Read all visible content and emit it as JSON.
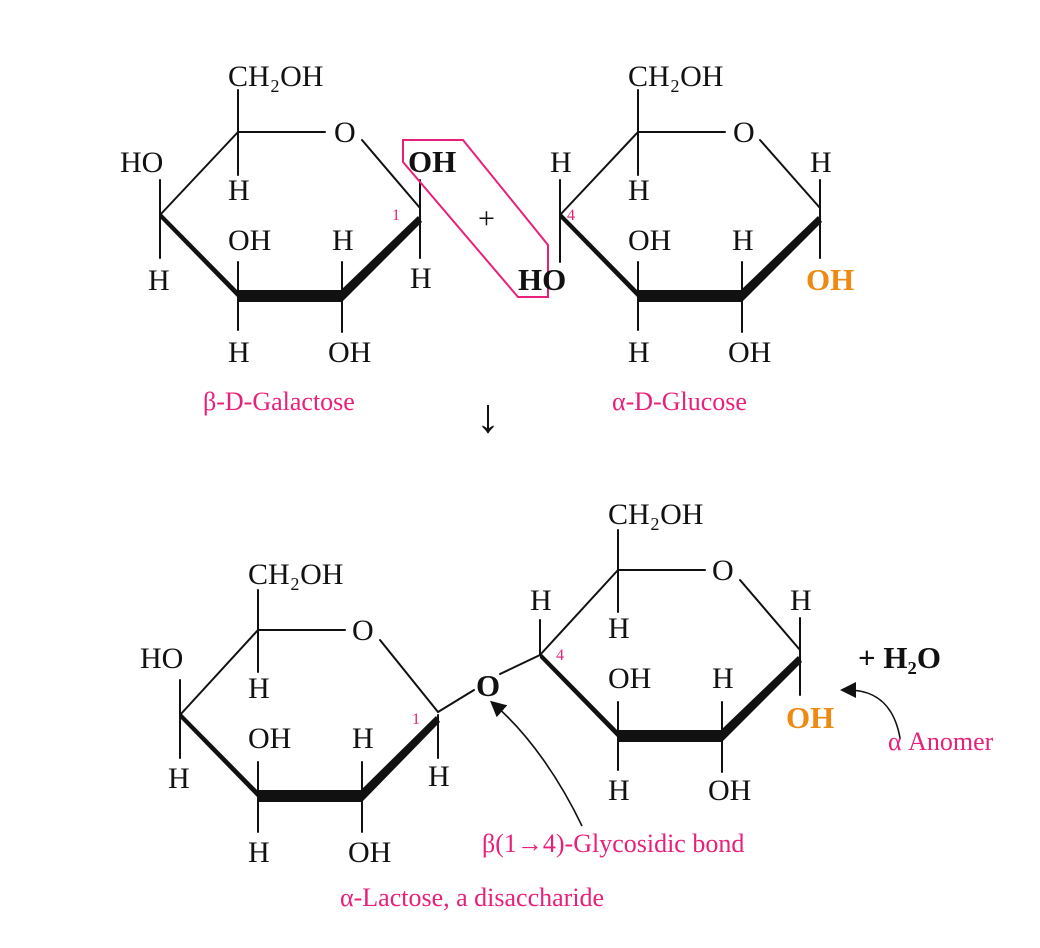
{
  "colors": {
    "caption": "#e8207a",
    "anomeric_oh": "#ec8a12",
    "ink": "#111111"
  },
  "galactose": {
    "ch2oh": "CH₂OH",
    "ring_o": "O",
    "ho": "HO",
    "h_c4": "H",
    "h_c5": "H",
    "oh_c3": "OH",
    "h_c2": "H",
    "oh_c1": "OH",
    "h_c1": "H",
    "h_c3": "H",
    "oh_c2": "OH",
    "carbon_number": "1",
    "caption": "β-D-Galactose"
  },
  "plus": "+",
  "glucose": {
    "ch2oh": "CH₂OH",
    "ring_o": "O",
    "h_c4": "H",
    "h_c5": "H",
    "h_c1": "H",
    "oh_c3": "OH",
    "h_c2": "H",
    "ho_c4": "HO",
    "oh_c1": "OH",
    "h_c3": "H",
    "oh_c2": "OH",
    "carbon_number": "4",
    "caption": "α-D-Glucose"
  },
  "arrow": "↓",
  "lactose": {
    "gal": {
      "ch2oh": "CH₂OH",
      "ring_o": "O",
      "ho": "HO",
      "h_c4": "H",
      "h_c5": "H",
      "oh_c3": "OH",
      "h_c2": "H",
      "h_c1": "H",
      "h_c3": "H",
      "oh_c2": "OH",
      "carbon_number": "1"
    },
    "link_o": "O",
    "glc": {
      "ch2oh": "CH₂OH",
      "ring_o": "O",
      "h_c4": "H",
      "h_c1": "H",
      "h_c5": "H",
      "oh_c3": "OH",
      "h_c2": "H",
      "oh_c1": "OH",
      "h_c3": "H",
      "oh_c2": "OH",
      "carbon_number": "4"
    },
    "water": "+ H₂O",
    "anomer_label": "α Anomer",
    "bond_label": "β(1→4)-Glycosidic bond",
    "caption": "α-Lactose, a disaccharide"
  }
}
